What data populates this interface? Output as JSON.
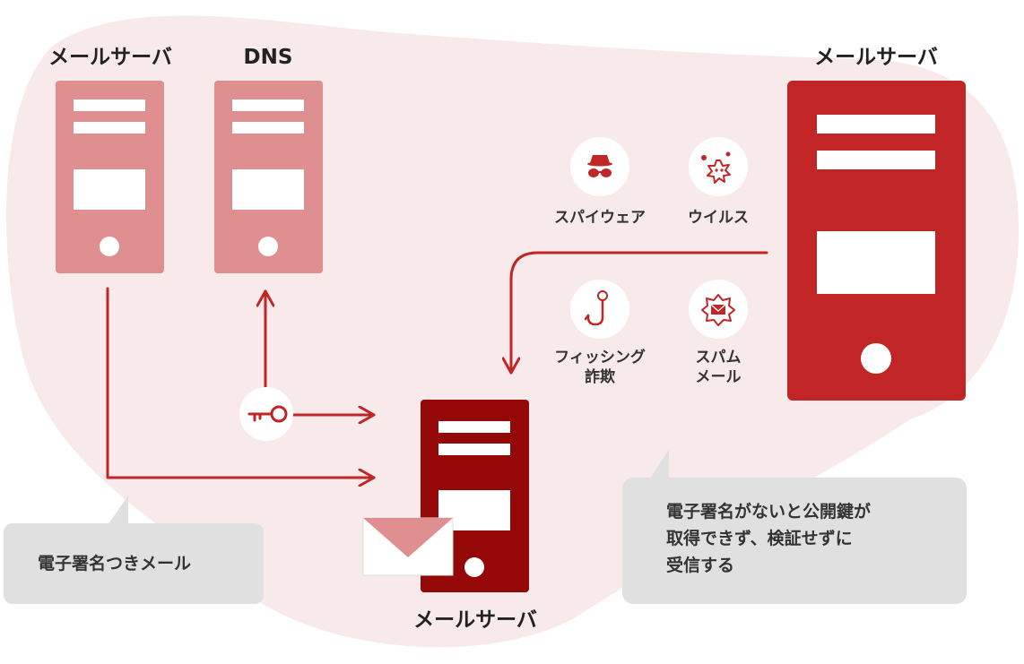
{
  "colors": {
    "blob": "#f8e9ea",
    "server_light": "#df8f8f",
    "server_red": "#c12525",
    "server_dark": "#940808",
    "arrow": "#c12525",
    "bubble": "#e0e0e0",
    "envelope_flap": "#df8f8f"
  },
  "servers": {
    "sender_label": "メールサーバ",
    "dns_label": "DNS",
    "attacker_label": "メールサーバ",
    "receiver_label": "メールサーバ"
  },
  "icons": {
    "key": "key-icon",
    "envelope": "envelope-icon",
    "spyware": "spy-icon",
    "virus": "virus-icon",
    "phishing": "fishhook-icon",
    "spam": "spam-icon"
  },
  "threats": {
    "spyware": {
      "line1": "スパイウェア"
    },
    "virus": {
      "line1": "ウイルス"
    },
    "phishing": {
      "line1": "フィッシング",
      "line2": "詐欺"
    },
    "spam": {
      "line1": "スパム",
      "line2": "メール"
    }
  },
  "bubbles": {
    "left": {
      "line1": "電子署名つきメール"
    },
    "right": {
      "line1": "電子署名がないと公開鍵が",
      "line2": "取得できず、検証せずに",
      "line3": "受信する"
    }
  }
}
